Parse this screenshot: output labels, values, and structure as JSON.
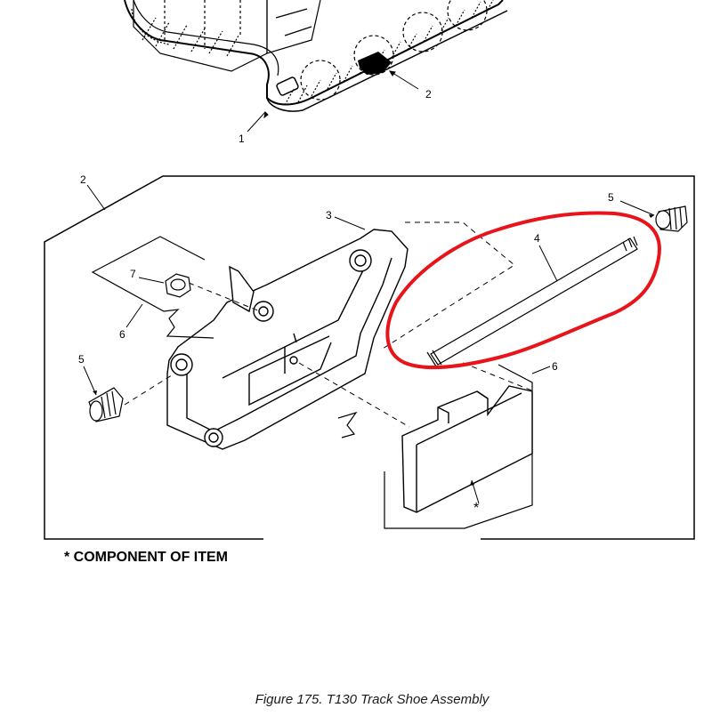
{
  "callouts": {
    "c1": "1",
    "c2_top": "2",
    "c2_frame": "2",
    "c3": "3",
    "c4": "4",
    "c5_right": "5",
    "c5_left": "5",
    "c6_left": "6",
    "c6_right": "6",
    "c7": "7",
    "star": "*"
  },
  "note": "* COMPONENT OF ITEM",
  "caption": "Figure 175. T130 Track Shoe Assembly",
  "colors": {
    "line": "#000000",
    "highlight": "#e8141b"
  }
}
